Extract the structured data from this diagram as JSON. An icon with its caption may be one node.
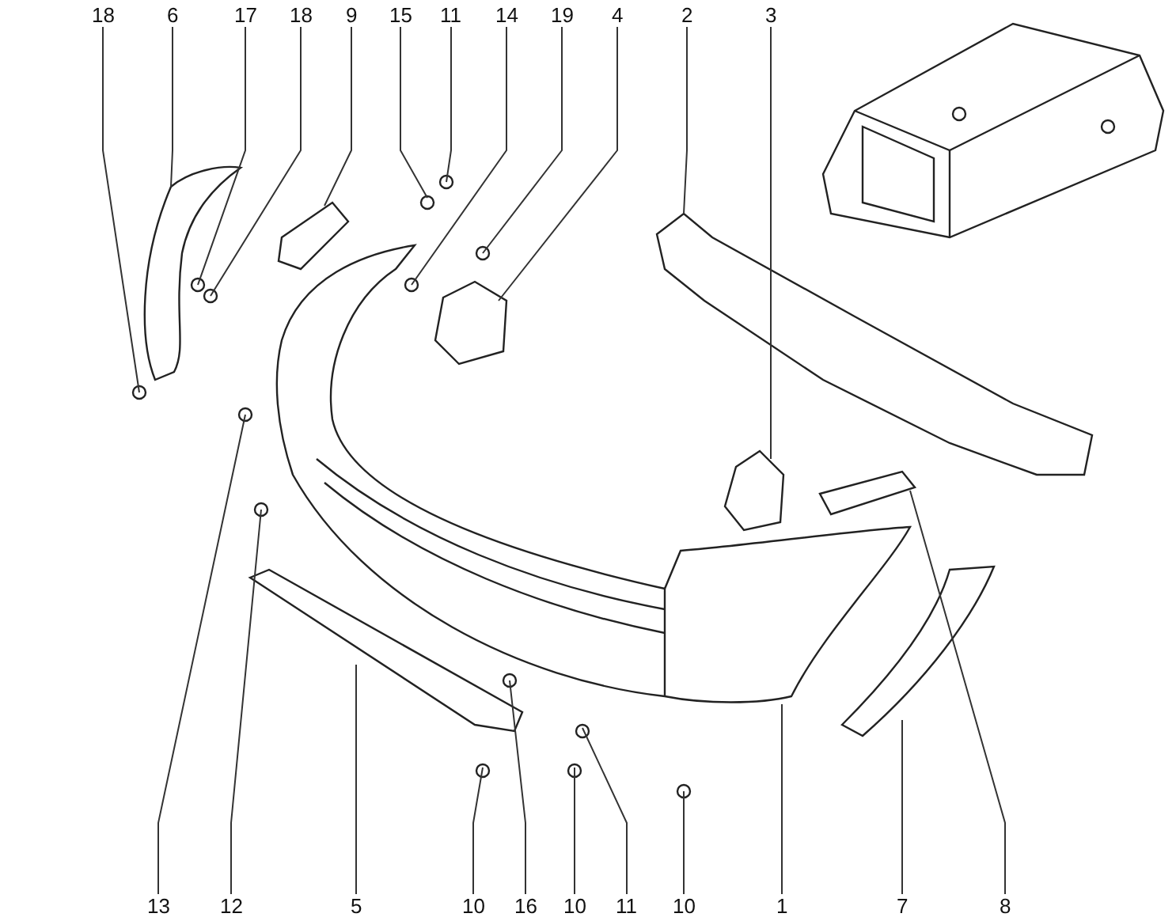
{
  "diagram": {
    "nodes": [
      {
        "text": [
          "18"
        ]
      },
      {
        "text": [
          "6"
        ]
      },
      {
        "text": [
          "17"
        ]
      },
      {
        "text": [
          "18"
        ]
      },
      {
        "text": [
          "9"
        ]
      },
      {
        "text": [
          "15"
        ]
      },
      {
        "text": [
          "11"
        ]
      },
      {
        "text": [
          "14"
        ]
      },
      {
        "text": [
          "19"
        ]
      },
      {
        "text": [
          "4"
        ]
      },
      {
        "text": [
          "2"
        ]
      },
      {
        "text": [
          "3"
        ]
      },
      {
        "text": [
          "13"
        ]
      },
      {
        "text": [
          "12"
        ]
      },
      {
        "text": [
          "5"
        ]
      },
      {
        "text": [
          "10"
        ]
      },
      {
        "text": [
          "16"
        ]
      },
      {
        "text": [
          "10"
        ]
      },
      {
        "text": [
          "11"
        ]
      },
      {
        "text": [
          "10"
        ]
      },
      {
        "text": [
          "1"
        ]
      },
      {
        "text": [
          "7"
        ]
      },
      {
        "text": [
          "8"
        ]
      }
    ],
    "edges": [
      {
        "from": 0,
        "to": null,
        "arrow": "none"
      },
      {
        "from": 1,
        "to": null,
        "arrow": "none"
      },
      {
        "from": 2,
        "to": null,
        "arrow": "none"
      },
      {
        "from": 3,
        "to": null,
        "arrow": "none"
      },
      {
        "from": 4,
        "to": null,
        "arrow": "none"
      },
      {
        "from": 5,
        "to": null,
        "arrow": "none"
      },
      {
        "from": 6,
        "to": null,
        "arrow": "none"
      },
      {
        "from": 7,
        "to": null,
        "arrow": "none"
      },
      {
        "from": 8,
        "to": null,
        "arrow": "none"
      },
      {
        "from": 9,
        "to": null,
        "arrow": "none"
      },
      {
        "from": 10,
        "to": null,
        "arrow": "none"
      },
      {
        "from": 11,
        "to": null,
        "arrow": "none"
      },
      {
        "from": 12,
        "to": null,
        "arrow": "none"
      },
      {
        "from": 13,
        "to": null,
        "arrow": "none"
      },
      {
        "from": 14,
        "to": null,
        "arrow": "none"
      },
      {
        "from": 15,
        "to": null,
        "arrow": "none"
      },
      {
        "from": 16,
        "to": null,
        "arrow": "none"
      },
      {
        "from": 17,
        "to": null,
        "arrow": "none"
      },
      {
        "from": 18,
        "to": null,
        "arrow": "none"
      },
      {
        "from": 19,
        "to": null,
        "arrow": "none"
      },
      {
        "from": 20,
        "to": null,
        "arrow": "none"
      },
      {
        "from": 21,
        "to": null,
        "arrow": "none"
      },
      {
        "from": 22,
        "to": null,
        "arrow": "none"
      }
    ]
  }
}
